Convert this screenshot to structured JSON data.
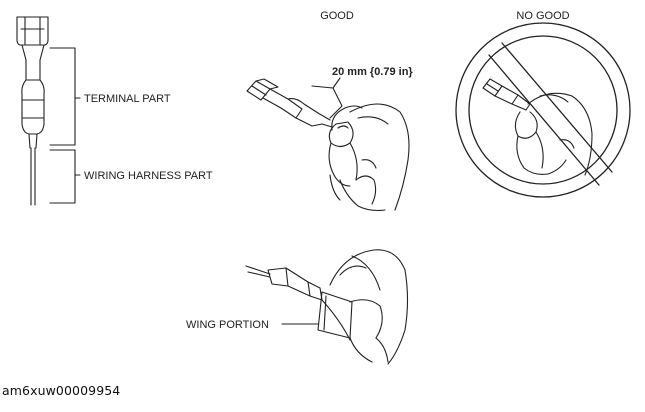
{
  "labels": {
    "good": "GOOD",
    "no_good": "NO GOOD",
    "terminal_part": "TERMINAL PART",
    "wiring_harness_part": "WIRING HARNESS PART",
    "measurement": "20 mm {0.79 in}",
    "wing_portion": "WING PORTION"
  },
  "figure_id": "am6xuw00009954",
  "colors": {
    "line": "#222222",
    "background": "#ffffff"
  }
}
